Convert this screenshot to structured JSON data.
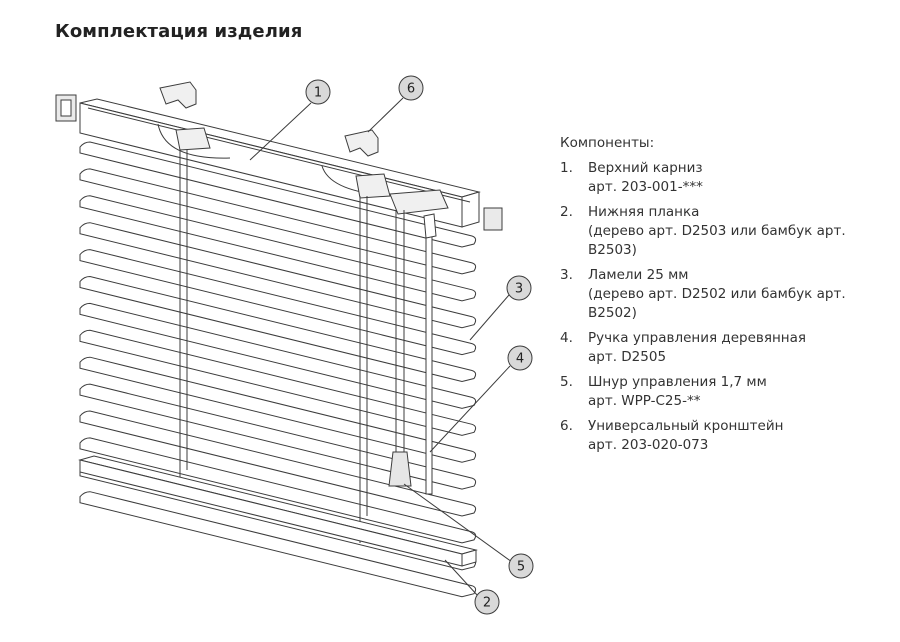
{
  "title": "Комплектация изделия",
  "components": {
    "heading": "Компоненты:",
    "items": [
      {
        "num": "1.",
        "lines": [
          "Верхний карниз",
          "арт. 203-001-***"
        ]
      },
      {
        "num": "2.",
        "lines": [
          "Нижняя планка",
          "(дерево арт. D2503 или бамбук арт.",
          "B2503)"
        ]
      },
      {
        "num": "3.",
        "lines": [
          "Ламели 25 мм",
          "(дерево арт. D2502 или бамбук арт.",
          "B2502)"
        ]
      },
      {
        "num": "4.",
        "lines": [
          "Ручка управления деревянная",
          "арт. D2505"
        ]
      },
      {
        "num": "5.",
        "lines": [
          "Шнур управления 1,7 мм",
          "арт. WPP-C25-**"
        ]
      },
      {
        "num": "6.",
        "lines": [
          "Универсальный кронштейн",
          "арт. 203-020-073"
        ]
      }
    ]
  },
  "callouts": [
    {
      "num": "1"
    },
    {
      "num": "6"
    },
    {
      "num": "3"
    },
    {
      "num": "4"
    },
    {
      "num": "5"
    },
    {
      "num": "2"
    }
  ],
  "colors": {
    "stroke": "#3c3c3c",
    "callout_fill": "#d9d9d9",
    "fill": "#ffffff"
  },
  "slat_count": 14
}
